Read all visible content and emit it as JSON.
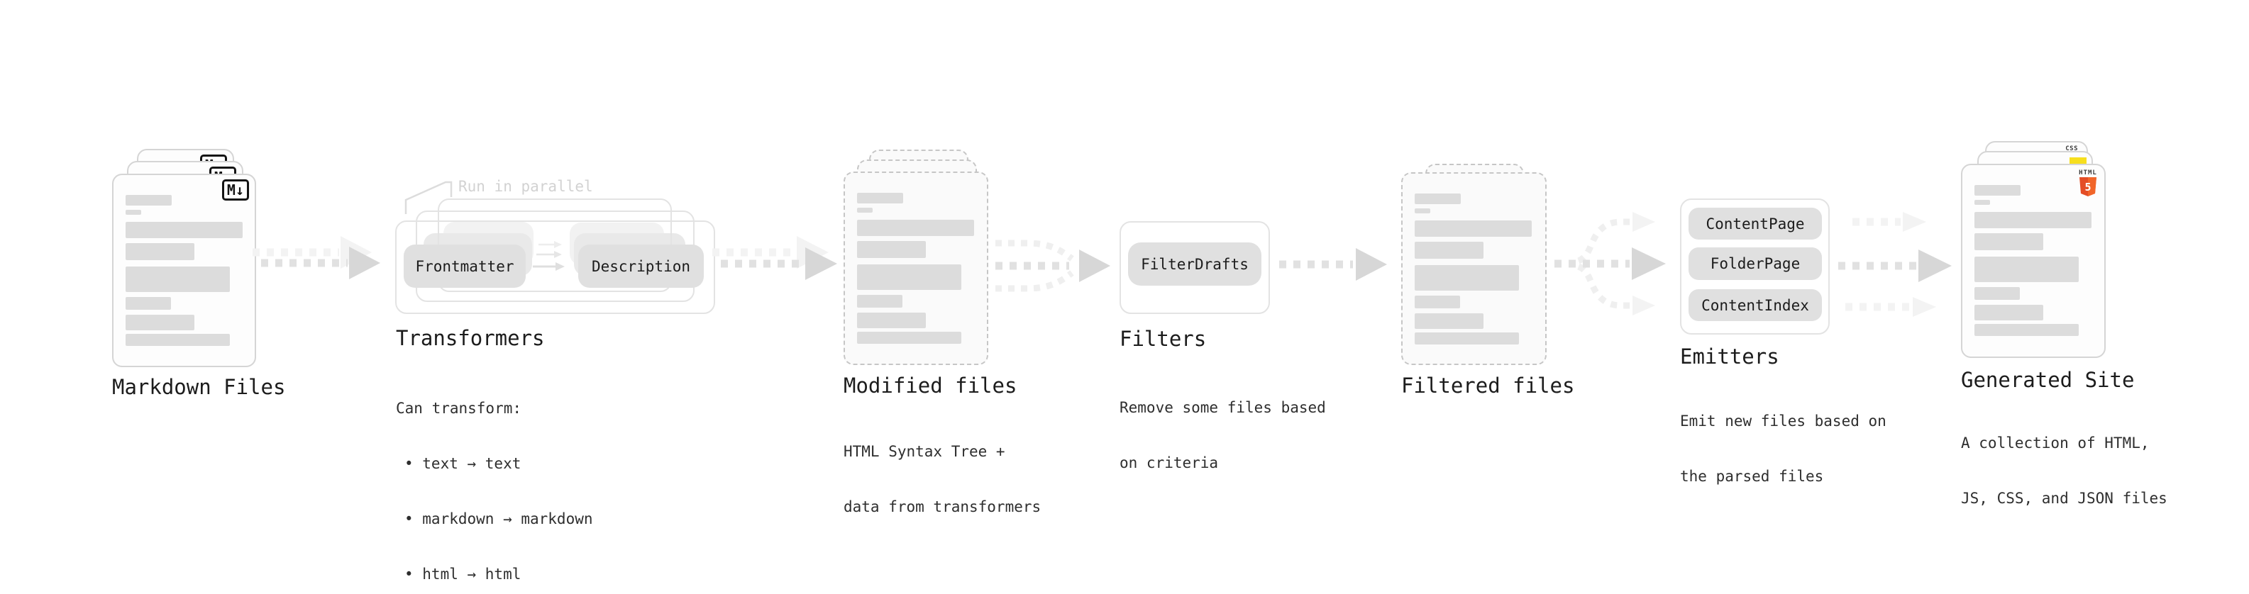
{
  "stages": {
    "markdown": {
      "label": "Markdown Files",
      "badge": "M↓"
    },
    "transformers": {
      "label": "Transformers",
      "note": "Run in parallel",
      "box1": "Frontmatter",
      "box2": "Description",
      "desc_title": "Can transform:",
      "bullet1": "• text → text",
      "bullet2": "• markdown → markdown",
      "bullet3": "• html → html"
    },
    "modified": {
      "label": "Modified files",
      "desc_line1": "HTML Syntax Tree +",
      "desc_line2": "data from transformers"
    },
    "filters": {
      "label": "Filters",
      "box1": "FilterDrafts",
      "desc_line1": "Remove some files based",
      "desc_line2": "on criteria"
    },
    "filtered": {
      "label": "Filtered files"
    },
    "emitters": {
      "label": "Emitters",
      "box1": "ContentPage",
      "box2": "FolderPage",
      "box3": "ContentIndex",
      "desc_line1": "Emit new files based on",
      "desc_line2": "the parsed files"
    },
    "generated": {
      "label": "Generated Site",
      "desc_line1": "A collection of HTML,",
      "desc_line2": "JS, CSS, and JSON files",
      "css_badge": "CSS",
      "html_badge": "HTML",
      "html_number": "5"
    }
  },
  "colors": {
    "markdown_badge_black": "#141414",
    "html5_orange": "#e44d26",
    "html5_orange_light": "#f16529",
    "js_yellow": "#f7df1e",
    "css_blue": "#2962ff",
    "arrow_gray": "#d7d7d7",
    "arrow_gray_light": "#f3f3f3",
    "placeholder_bar_gray": "#dcdcdc"
  }
}
